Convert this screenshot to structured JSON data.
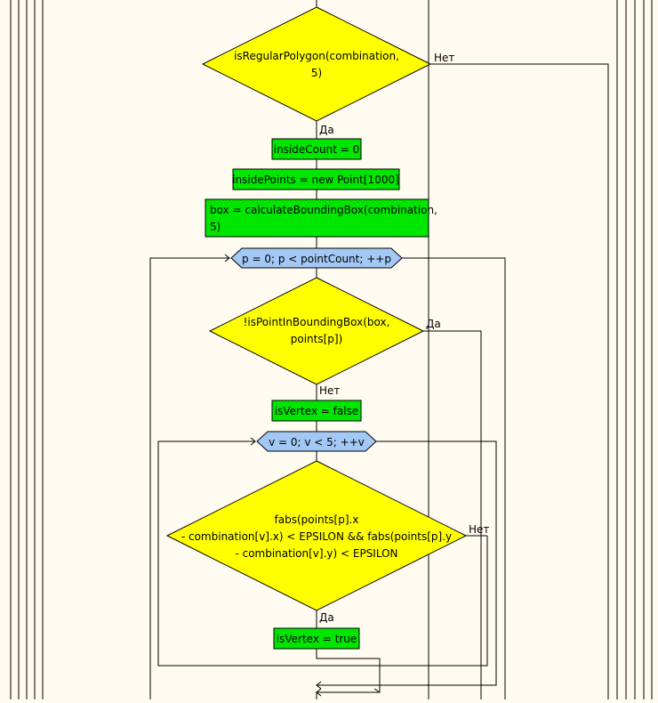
{
  "colors": {
    "background": "#fffbf0",
    "decision": "#ffff00",
    "process": "#00e600",
    "loop": "#a3c8f5"
  },
  "nodes": {
    "decision_polygon": {
      "line1": "isRegularPolygon(combination,",
      "line2": "5)"
    },
    "label_yes_1": "Да",
    "label_no_1": "Нет",
    "inside_count": "insideCount = 0",
    "inside_points": "insidePoints = new Point[1000]",
    "box": {
      "line1": "box = calculateBoundingBox(combination,",
      "line2": "5)"
    },
    "loop_p": "p = 0; p < pointCount; ++p",
    "decision_bbox": {
      "line1": "!isPointInBoundingBox(box,",
      "line2": "points[p])"
    },
    "label_yes_2": "Да",
    "label_no_2": "Нет",
    "is_vertex_false": "isVertex = false",
    "loop_v": "v = 0; v < 5; ++v",
    "decision_fabs": {
      "line1": "fabs(points[p].x",
      "line2": "- combination[v].x) < EPSILON && fabs(points[p].y",
      "line3": "- combination[v].y) < EPSILON"
    },
    "label_no_3": "Нет",
    "label_yes_3": "Да",
    "is_vertex_true": "isVertex = true"
  }
}
